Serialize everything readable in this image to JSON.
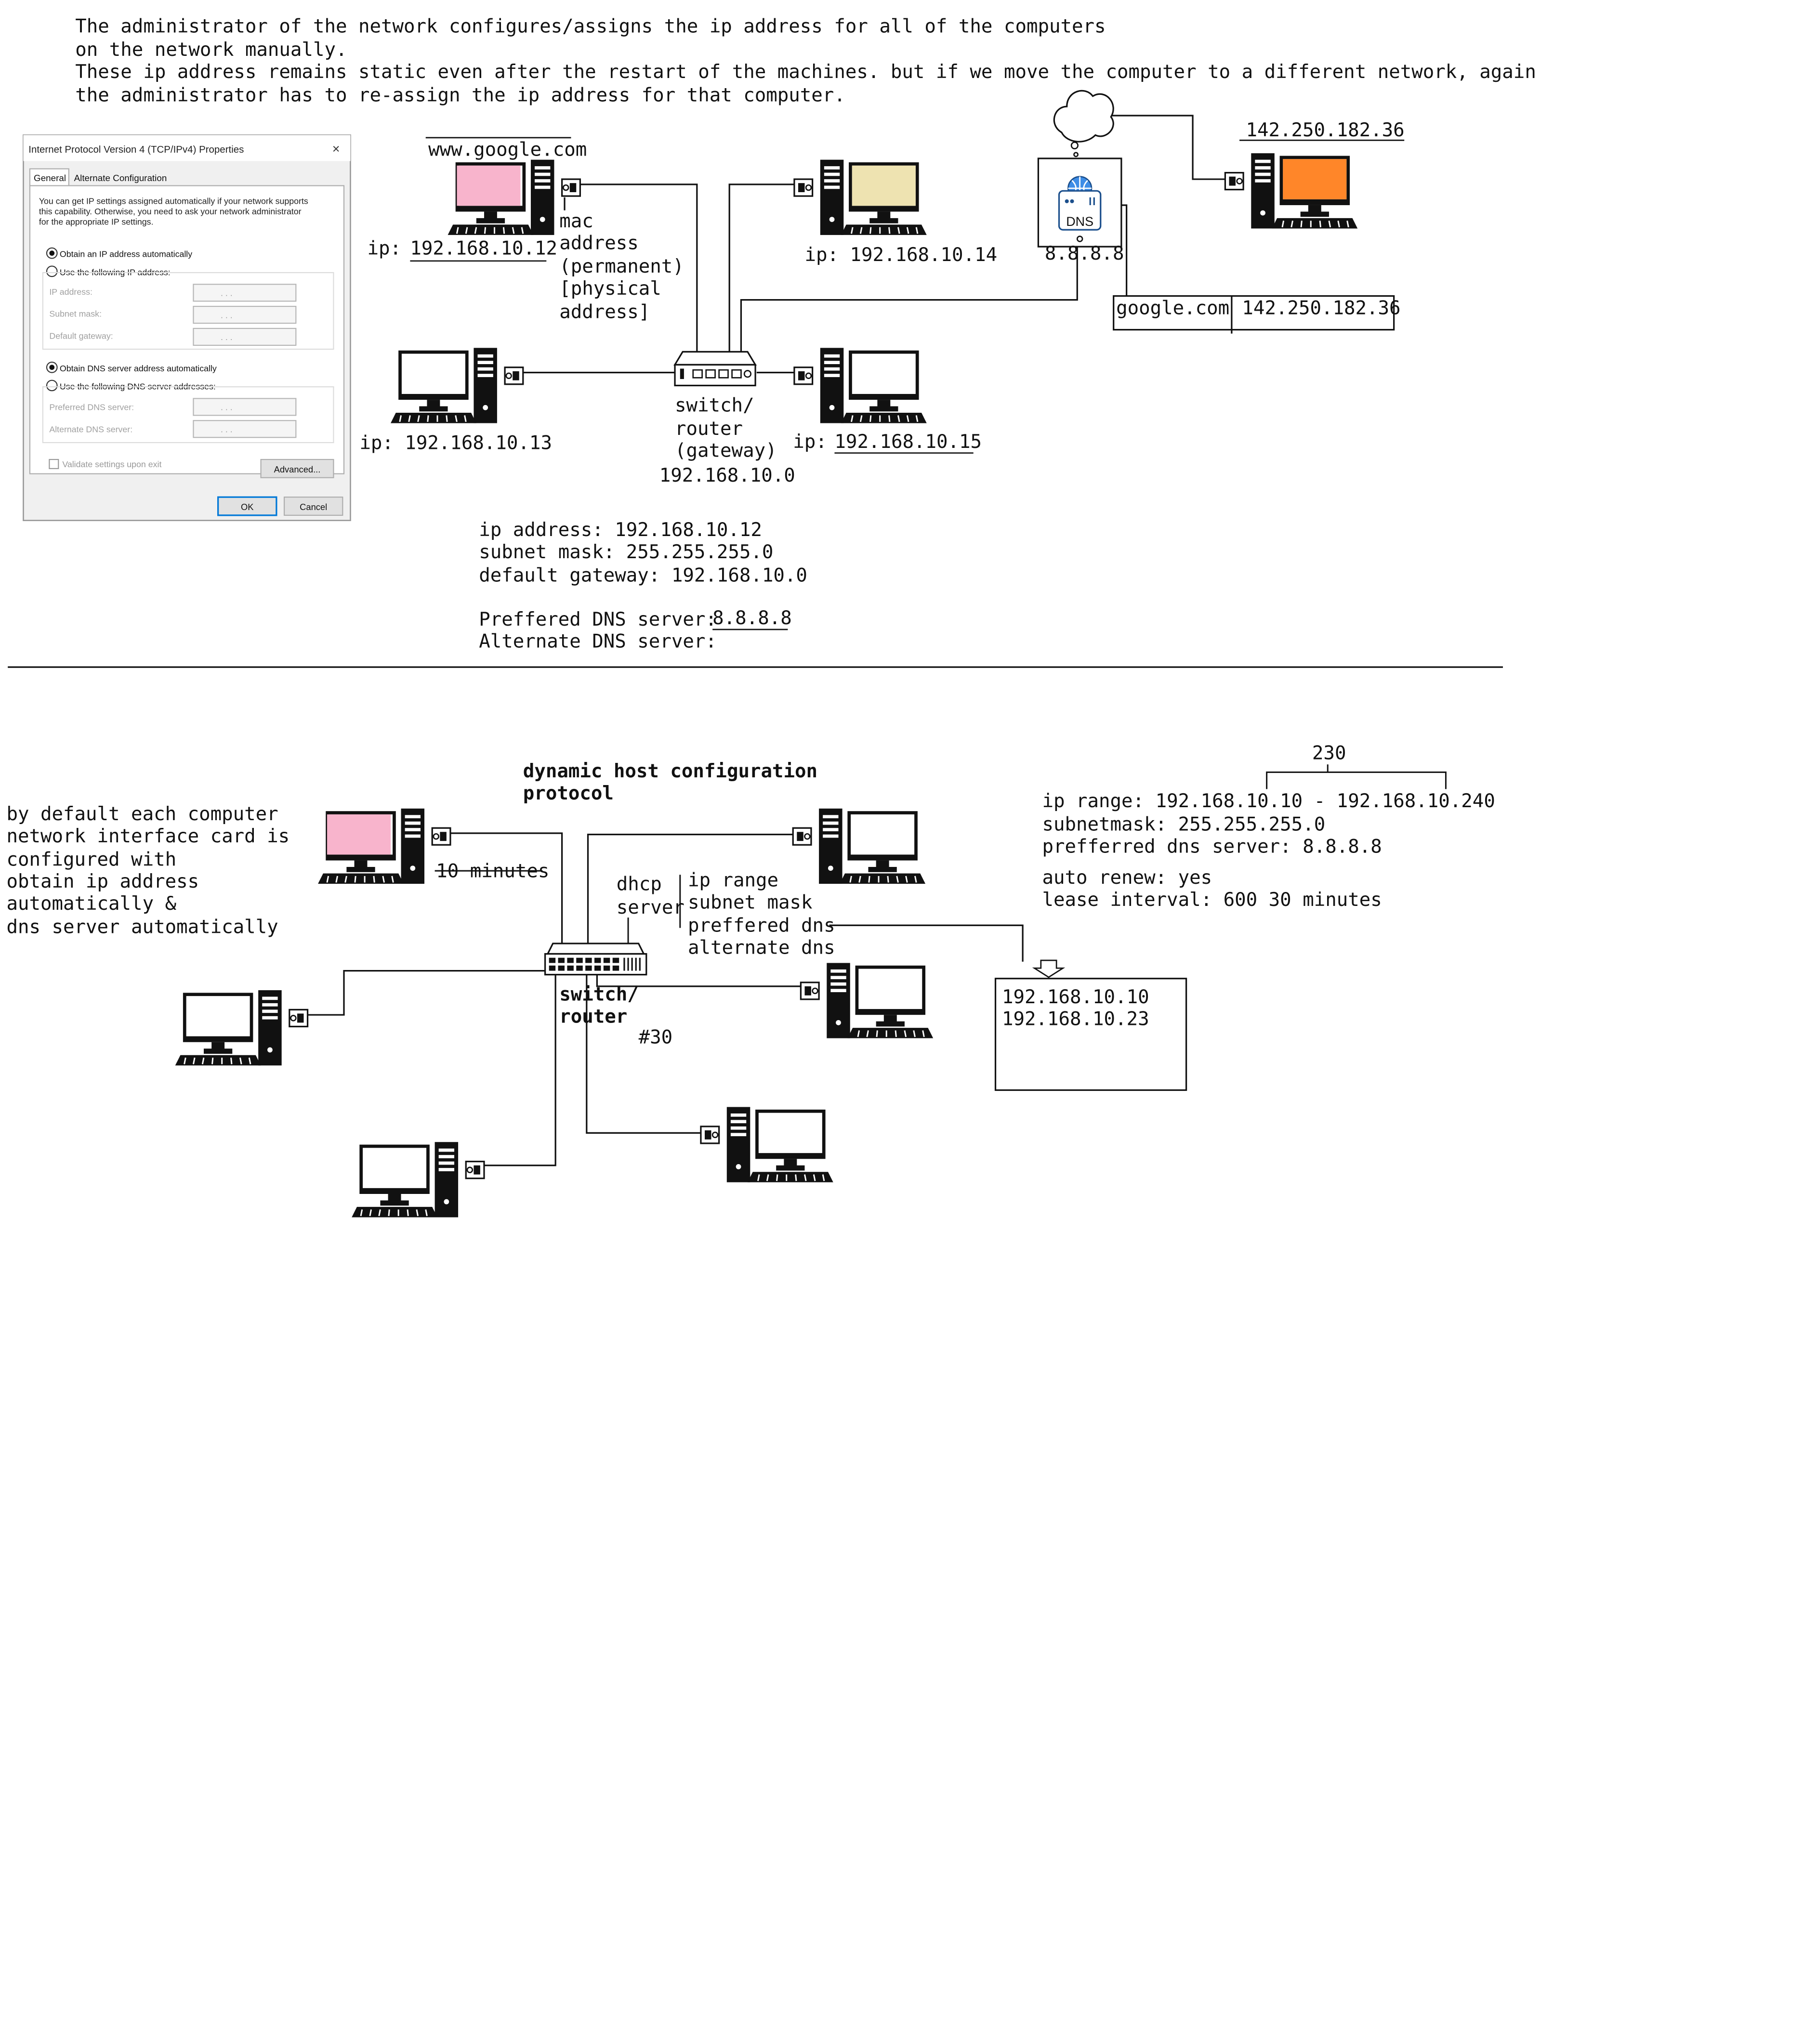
{
  "intro": {
    "line1": "The administrator of the network configures/assigns the ip address for all of the computers",
    "line2": "on the network manually.",
    "line3": "These ip address remains static even after the restart of the machines. but if we move the computer to a different network, again",
    "line4": "the administrator has to re-assign the ip address for that computer."
  },
  "dialog": {
    "title": "Internet Protocol Version 4 (TCP/IPv4) Properties",
    "close_glyph": "×",
    "tabs": [
      "General",
      "Alternate Configuration"
    ],
    "description": [
      "You can get IP settings assigned automatically if your network supports",
      "this capability. Otherwise, you need to ask your network administrator",
      "for the appropriate IP settings."
    ],
    "radio_ip_auto": "Obtain an IP address automatically",
    "radio_ip_manual": "Use the following IP address:",
    "ip_fields": [
      "IP address:",
      "Subnet mask:",
      "Default gateway:"
    ],
    "radio_dns_auto": "Obtain DNS server address automatically",
    "radio_dns_manual": "Use the following DNS server addresses:",
    "dns_fields": [
      "Preferred DNS server:",
      "Alternate DNS server:"
    ],
    "field_placeholder": ".   .   .",
    "validate_label": "Validate settings upon exit",
    "advanced_label": "Advanced...",
    "ok_label": "OK",
    "cancel_label": "Cancel"
  },
  "static_net": {
    "website_label": "www.google.com",
    "pc12_ip_prefix": "ip:",
    "pc12_ip": "192.168.10.12",
    "mac_note": [
      "mac",
      "address",
      "(permanent)",
      "[physical",
      "address]"
    ],
    "pc14_ip": "ip: 192.168.10.14",
    "pc13_ip": "ip: 192.168.10.13",
    "pc15_ip_prefix": "ip:",
    "pc15_ip": "192.168.10.15",
    "switch_label": [
      "switch/",
      "router",
      "(gateway)",
      "192.168.10.0"
    ],
    "dns_icon_text": "DNS",
    "dns_ip": "8.8.8.8",
    "server_ip": "142.250.182.36",
    "dns_table_name": "google.com",
    "dns_table_ip": "142.250.182.36",
    "colors": {
      "pc12_screen": "#f8b4cc",
      "pc14_screen": "#eee3b1",
      "server_screen": "#ff8629",
      "globe": "#3e8de6"
    }
  },
  "config_summary": {
    "ip_line": "ip address: 192.168.10.12",
    "mask_line": "subnet mask: 255.255.255.0",
    "gateway_line": "default gateway: 192.168.10.0",
    "pref_dns_prefix": "Preffered DNS server:",
    "pref_dns_value": "8.8.8.8",
    "alt_dns_line": "Alternate DNS server:"
  },
  "dhcp": {
    "title_line1": "dynamic host configuration",
    "title_line2": "protocol",
    "default_note": [
      "by default each computer",
      "network interface card is",
      "configured with",
      "obtain ip address",
      "automatically &",
      "dns server automatically"
    ],
    "lease_struck": "10 minutes",
    "server_label": [
      "dhcp",
      "server"
    ],
    "server_config": [
      "ip range",
      "subnet mask",
      "preffered dns",
      "alternate dns"
    ],
    "switch_label": [
      "switch/",
      "router"
    ],
    "port_count": "#30",
    "range_count": "230",
    "settings": [
      "ip range: 192.168.10.10 - 192.168.10.240",
      "subnetmask: 255.255.255.0",
      "prefferred dns server: 8.8.8.8"
    ],
    "auto_renew": "auto renew: yes",
    "lease_interval": "lease interval: 600 30 minutes",
    "leased_ips": [
      "192.168.10.10",
      "192.168.10.23"
    ],
    "colors": {
      "pc_pink_screen": "#f8b4cc"
    }
  }
}
